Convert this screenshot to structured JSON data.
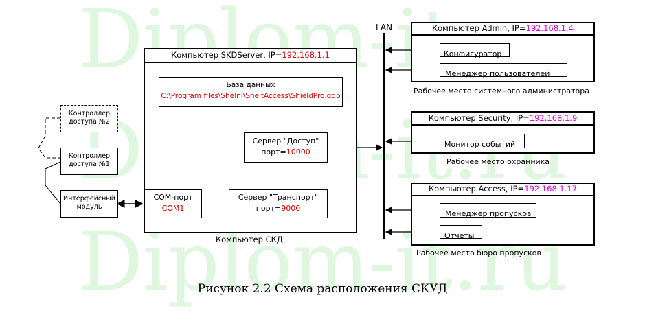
{
  "watermark": "Diplom-it.ru",
  "lan_label": "LAN",
  "server": {
    "title_prefix": "Компьютер SKDServer, IP=",
    "ip": "192.168.1.1",
    "caption": "Компьютер СКД",
    "db_title": "База данных",
    "db_path": "C:\\Program files\\Shelni\\SheltAccess\\ShieldPro.gdb",
    "access_server_title": "Сервер \"Доступ\"",
    "access_server_port_prefix": "порт=",
    "access_server_port": "10000",
    "transport_server_title": "Сервер \"Транспорт\"",
    "transport_server_port_prefix": "порт=",
    "transport_server_port": "9000",
    "com_port_title": "COM-порт",
    "com_port_value": "COM1"
  },
  "controllers": {
    "controller2": "Контроллер\nдоступа №2",
    "controller1": "Контроллер\nдоступа №1",
    "interface_module": "Интерфейсный\nмодуль"
  },
  "admin": {
    "title_prefix": "Компьютер Admin, IP=",
    "ip": "192.168.1.4",
    "apps": [
      "Конфигуратор",
      "Менеджер пользователей"
    ],
    "caption": "Рабочее место системного администратора"
  },
  "security": {
    "title_prefix": "Компьютер Security, IP=",
    "ip": "192.168.1.9",
    "apps": [
      "Монитор событий"
    ],
    "caption": "Рабочее место охранника"
  },
  "access": {
    "title_prefix": "Компьютер Access, IP=",
    "ip": "192.168.1.17",
    "apps": [
      "Менеджер пропусков",
      "Отчеты"
    ],
    "caption": "Рабочее место бюро пропусков"
  },
  "figure_caption": "Рисунок 2.2 Схема расположения СКУД"
}
